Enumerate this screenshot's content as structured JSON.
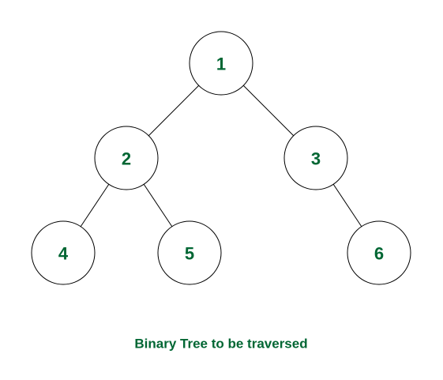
{
  "colors": {
    "label": "#006633",
    "node_fill": "#ffffff",
    "node_stroke": "#000000",
    "edge": "#000000"
  },
  "tree": {
    "nodes": [
      {
        "id": "1",
        "label": "1"
      },
      {
        "id": "2",
        "label": "2"
      },
      {
        "id": "3",
        "label": "3"
      },
      {
        "id": "4",
        "label": "4"
      },
      {
        "id": "5",
        "label": "5"
      },
      {
        "id": "6",
        "label": "6"
      }
    ],
    "edges": [
      {
        "from": "1",
        "to": "2"
      },
      {
        "from": "1",
        "to": "3"
      },
      {
        "from": "2",
        "to": "4"
      },
      {
        "from": "2",
        "to": "5"
      },
      {
        "from": "3",
        "to": "6"
      }
    ]
  },
  "caption": "Binary Tree to be traversed"
}
